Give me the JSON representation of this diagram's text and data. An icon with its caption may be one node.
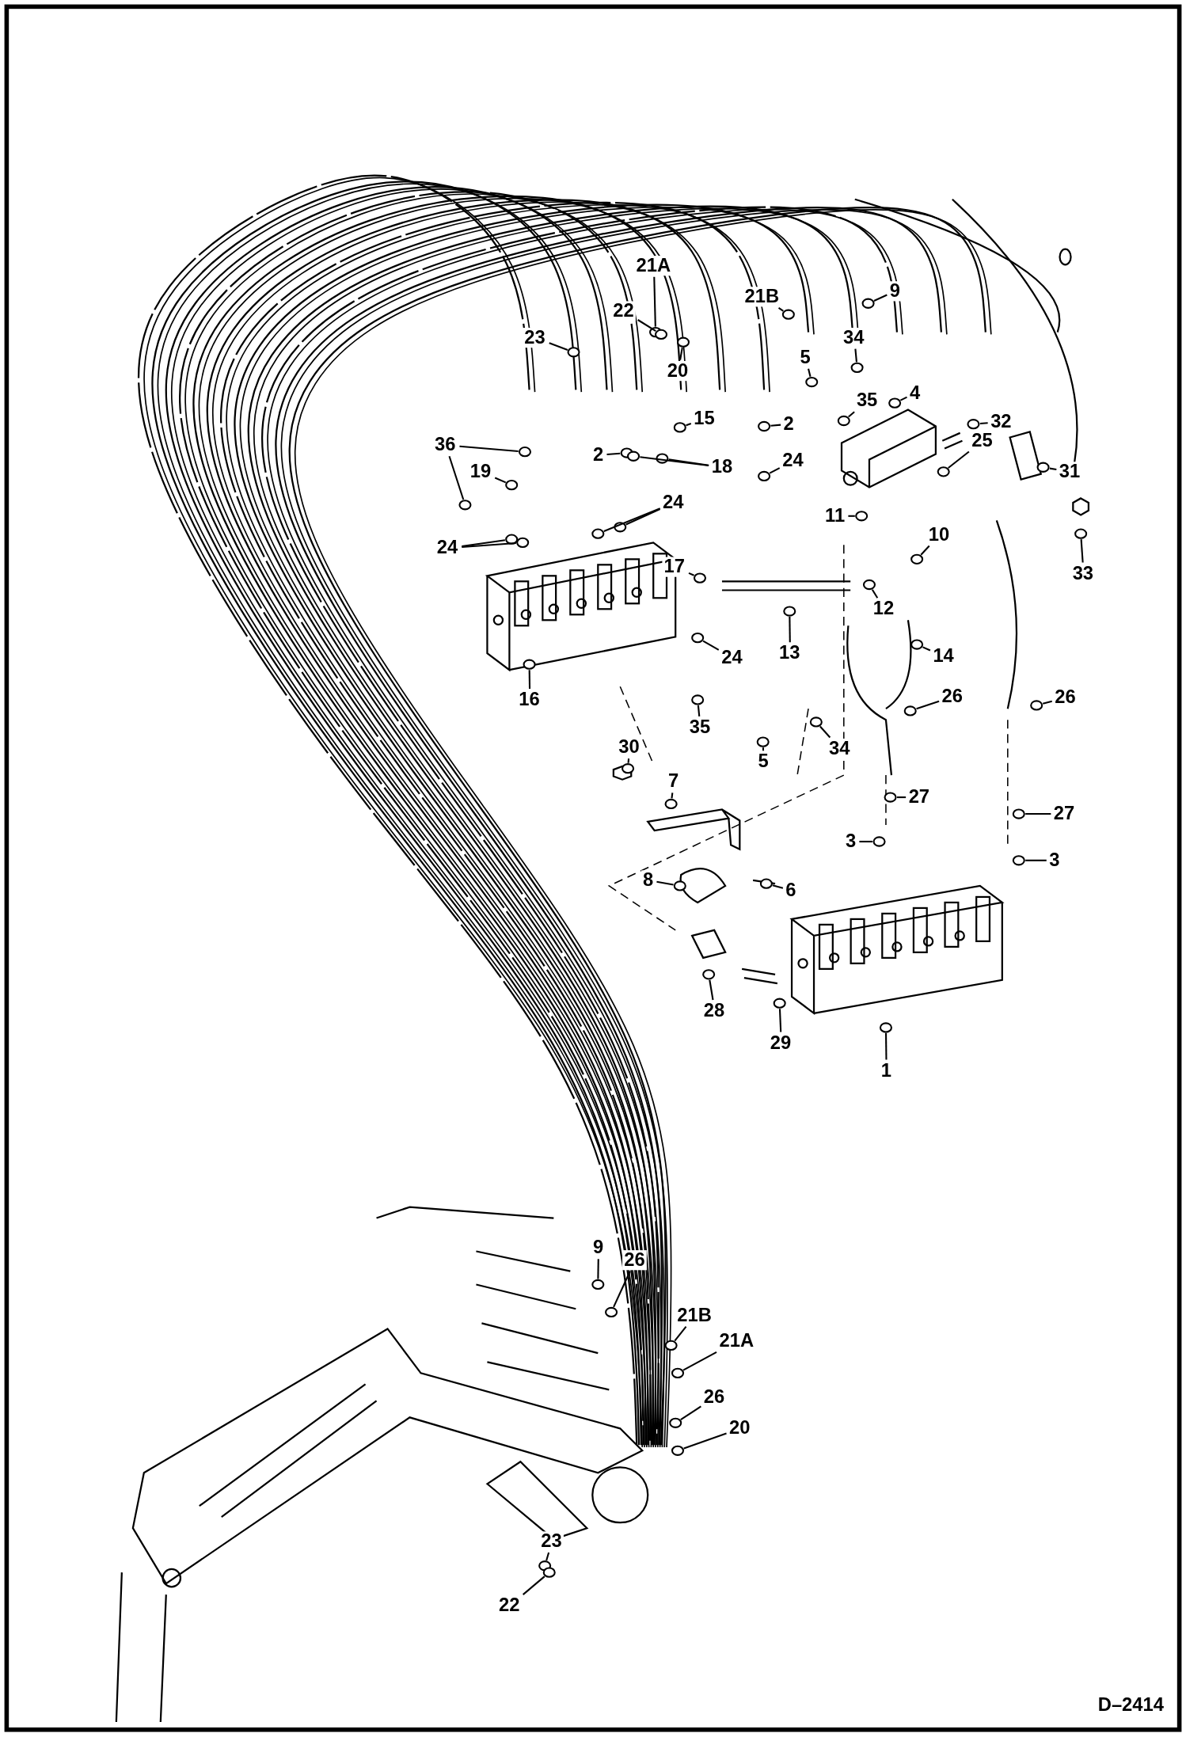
{
  "diagram": {
    "nodes": [
      {
        "text": [
          "23"
        ]
      },
      {
        "text": [
          "21A"
        ]
      },
      {
        "text": [
          "22"
        ]
      },
      {
        "text": [
          "21B"
        ]
      },
      {
        "text": [
          "9"
        ]
      },
      {
        "text": [
          "34"
        ]
      },
      {
        "text": [
          "5"
        ]
      },
      {
        "text": [
          "35"
        ]
      },
      {
        "text": [
          "4"
        ]
      },
      {
        "text": [
          "20"
        ]
      },
      {
        "text": [
          "15"
        ]
      },
      {
        "text": [
          "2"
        ]
      },
      {
        "text": [
          "2"
        ]
      },
      {
        "text": [
          "36"
        ]
      },
      {
        "text": [
          "19"
        ]
      },
      {
        "text": [
          "18"
        ]
      },
      {
        "text": [
          "24"
        ]
      },
      {
        "text": [
          "24"
        ]
      },
      {
        "text": [
          "24"
        ]
      },
      {
        "text": [
          "32"
        ]
      },
      {
        "text": [
          "25"
        ]
      },
      {
        "text": [
          "31"
        ]
      },
      {
        "text": [
          "33"
        ]
      },
      {
        "text": [
          "11"
        ]
      },
      {
        "text": [
          "10"
        ]
      },
      {
        "text": [
          "17"
        ]
      },
      {
        "text": [
          "12"
        ]
      },
      {
        "text": [
          "13"
        ]
      },
      {
        "text": [
          "24"
        ]
      },
      {
        "text": [
          "14"
        ]
      },
      {
        "text": [
          "16"
        ]
      },
      {
        "text": [
          "35"
        ]
      },
      {
        "text": [
          "26"
        ]
      },
      {
        "text": [
          "26"
        ]
      },
      {
        "text": [
          "5"
        ]
      },
      {
        "text": [
          "34"
        ]
      },
      {
        "text": [
          "30"
        ]
      },
      {
        "text": [
          "7"
        ]
      },
      {
        "text": [
          "27"
        ]
      },
      {
        "text": [
          "27"
        ]
      },
      {
        "text": [
          "3"
        ]
      },
      {
        "text": [
          "3"
        ]
      },
      {
        "text": [
          "8"
        ]
      },
      {
        "text": [
          "6"
        ]
      },
      {
        "text": [
          "28"
        ]
      },
      {
        "text": [
          "29"
        ]
      },
      {
        "text": [
          "1"
        ]
      },
      {
        "text": [
          "9"
        ]
      },
      {
        "text": [
          "26"
        ]
      },
      {
        "text": [
          "21B"
        ]
      },
      {
        "text": [
          "21A"
        ]
      },
      {
        "text": [
          "26"
        ]
      },
      {
        "text": [
          "20"
        ]
      },
      {
        "text": [
          "23"
        ]
      },
      {
        "text": [
          "22"
        ]
      },
      {
        "text": [],
        "shape": "circle"
      },
      {
        "text": [],
        "shape": "circle"
      },
      {
        "text": [],
        "shape": "circle"
      },
      {
        "text": [],
        "shape": "circle"
      },
      {
        "text": [],
        "shape": "circle"
      },
      {
        "text": [],
        "shape": "circle"
      },
      {
        "text": [],
        "shape": "circle"
      },
      {
        "text": [],
        "shape": "circle"
      },
      {
        "text": [],
        "shape": "circle"
      },
      {
        "text": [],
        "shape": "circle"
      },
      {
        "text": [],
        "shape": "circle"
      },
      {
        "text": [],
        "shape": "circle"
      },
      {
        "text": [],
        "shape": "circle"
      },
      {
        "text": [],
        "shape": "circle"
      },
      {
        "text": [],
        "shape": "circle"
      },
      {
        "text": [],
        "shape": "circle"
      },
      {
        "text": [],
        "shape": "circle"
      },
      {
        "text": [],
        "shape": "circle"
      },
      {
        "text": [],
        "shape": "circle"
      },
      {
        "text": [],
        "shape": "circle"
      },
      {
        "text": [],
        "shape": "circle"
      },
      {
        "text": [],
        "shape": "circle"
      },
      {
        "text": [],
        "shape": "circle"
      },
      {
        "text": [],
        "shape": "circle"
      },
      {
        "text": [],
        "shape": "circle"
      },
      {
        "text": [],
        "shape": "circle"
      },
      {
        "text": [],
        "shape": "circle"
      },
      {
        "text": [],
        "shape": "circle"
      },
      {
        "text": [],
        "shape": "circle"
      },
      {
        "text": [],
        "shape": "circle"
      },
      {
        "text": [],
        "shape": "circle"
      },
      {
        "text": [],
        "shape": "circle"
      },
      {
        "text": [],
        "shape": "circle"
      },
      {
        "text": [],
        "shape": "circle"
      },
      {
        "text": [],
        "shape": "circle"
      },
      {
        "text": [],
        "shape": "circle"
      },
      {
        "text": [],
        "shape": "circle"
      },
      {
        "text": [],
        "shape": "circle"
      },
      {
        "text": [],
        "shape": "circle"
      },
      {
        "text": [],
        "shape": "circle"
      },
      {
        "text": [],
        "shape": "circle"
      },
      {
        "text": [],
        "shape": "circle"
      },
      {
        "text": [],
        "shape": "circle"
      },
      {
        "text": [],
        "shape": "circle"
      },
      {
        "text": [],
        "shape": "circle"
      },
      {
        "text": [],
        "shape": "circle"
      },
      {
        "text": [],
        "shape": "circle"
      },
      {
        "text": [],
        "shape": "circle"
      },
      {
        "text": [],
        "shape": "circle"
      },
      {
        "text": [],
        "shape": "circle"
      },
      {
        "text": [],
        "shape": "circle"
      },
      {
        "text": [],
        "shape": "circle"
      },
      {
        "text": [],
        "shape": "circle"
      },
      {
        "text": [],
        "shape": "circle"
      },
      {
        "text": [],
        "shape": "circle"
      },
      {
        "text": [],
        "shape": "circle"
      },
      {
        "text": [],
        "shape": "circle"
      },
      {
        "text": [],
        "shape": "circle"
      },
      {
        "text": [],
        "shape": "circle"
      }
    ],
    "edges": [
      {
        "from": 0,
        "to": 55,
        "arrow": "none"
      },
      {
        "from": 1,
        "to": 56,
        "arrow": "none"
      },
      {
        "from": 2,
        "to": 57,
        "arrow": "none"
      },
      {
        "from": 3,
        "to": 58,
        "arrow": "none"
      },
      {
        "from": 4,
        "to": 59,
        "arrow": "none"
      },
      {
        "from": 5,
        "to": 60,
        "arrow": "none"
      },
      {
        "from": 6,
        "to": 61,
        "arrow": "none"
      },
      {
        "from": 7,
        "to": 62,
        "arrow": "none"
      },
      {
        "from": 8,
        "to": 63,
        "arrow": "none"
      },
      {
        "from": 9,
        "to": 64,
        "arrow": "none"
      },
      {
        "from": 10,
        "to": 65,
        "arrow": "none"
      },
      {
        "from": 11,
        "to": 66,
        "arrow": "none"
      },
      {
        "from": 12,
        "to": 67,
        "arrow": "none"
      },
      {
        "from": 13,
        "to": 68,
        "arrow": "none"
      },
      {
        "from": 13,
        "to": 69,
        "arrow": "none"
      },
      {
        "from": 14,
        "to": 70,
        "arrow": "none"
      },
      {
        "from": 15,
        "to": 71,
        "arrow": "none"
      },
      {
        "from": 15,
        "to": 72,
        "arrow": "none"
      },
      {
        "from": 16,
        "to": 73,
        "arrow": "none"
      },
      {
        "from": 17,
        "to": 74,
        "arrow": "none"
      },
      {
        "from": 17,
        "to": 75,
        "arrow": "none"
      },
      {
        "from": 18,
        "to": 76,
        "arrow": "none"
      },
      {
        "from": 18,
        "to": 77,
        "arrow": "none"
      },
      {
        "from": 19,
        "to": 78,
        "arrow": "none"
      },
      {
        "from": 20,
        "to": 79,
        "arrow": "none"
      },
      {
        "from": 21,
        "to": 80,
        "arrow": "none"
      },
      {
        "from": 22,
        "to": 81,
        "arrow": "none"
      },
      {
        "from": 23,
        "to": 82,
        "arrow": "none"
      },
      {
        "from": 24,
        "to": 83,
        "arrow": "none"
      },
      {
        "from": 25,
        "to": 84,
        "arrow": "none"
      },
      {
        "from": 26,
        "to": 85,
        "arrow": "none"
      },
      {
        "from": 27,
        "to": 86,
        "arrow": "none"
      },
      {
        "from": 28,
        "to": 87,
        "arrow": "none"
      },
      {
        "from": 29,
        "to": 88,
        "arrow": "none"
      },
      {
        "from": 30,
        "to": 89,
        "arrow": "none"
      },
      {
        "from": 31,
        "to": 90,
        "arrow": "none"
      },
      {
        "from": 32,
        "to": 91,
        "arrow": "none"
      },
      {
        "from": 33,
        "to": 92,
        "arrow": "none"
      },
      {
        "from": 34,
        "to": 93,
        "arrow": "none"
      },
      {
        "from": 35,
        "to": 94,
        "arrow": "none"
      },
      {
        "from": 36,
        "to": 95,
        "arrow": "none"
      },
      {
        "from": 37,
        "to": 96,
        "arrow": "none"
      },
      {
        "from": 38,
        "to": 97,
        "arrow": "none"
      },
      {
        "from": 39,
        "to": 98,
        "arrow": "none"
      },
      {
        "from": 40,
        "to": 99,
        "arrow": "none"
      },
      {
        "from": 41,
        "to": 100,
        "arrow": "none"
      },
      {
        "from": 42,
        "to": 101,
        "arrow": "none"
      },
      {
        "from": 43,
        "to": 102,
        "arrow": "none"
      },
      {
        "from": 44,
        "to": 103,
        "arrow": "none"
      },
      {
        "from": 45,
        "to": 104,
        "arrow": "none"
      },
      {
        "from": 46,
        "to": 105,
        "arrow": "none"
      },
      {
        "from": 47,
        "to": 106,
        "arrow": "none"
      },
      {
        "from": 48,
        "to": 107,
        "arrow": "none"
      },
      {
        "from": 49,
        "to": 108,
        "arrow": "none"
      },
      {
        "from": 50,
        "to": 109,
        "arrow": "none"
      },
      {
        "from": 51,
        "to": 110,
        "arrow": "none"
      },
      {
        "from": 52,
        "to": 111,
        "arrow": "none"
      },
      {
        "from": 53,
        "to": 112,
        "arrow": "none"
      },
      {
        "from": 54,
        "to": 113,
        "arrow": "none"
      }
    ],
    "labels": [
      "D–2414"
    ]
  }
}
